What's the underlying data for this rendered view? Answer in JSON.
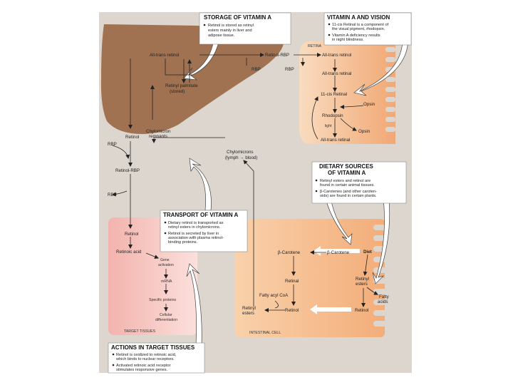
{
  "boxes": {
    "storage": {
      "title": "STORAGE OF VITAMIN A",
      "lines": [
        "Retinol is stored as retinyl",
        "esters mainly in liver and",
        "adipose tissue."
      ]
    },
    "vision": {
      "title": "VITAMIN A AND VISION",
      "b1": [
        "11-cis Retinal is a component of",
        "the visual pigment, rhodopsin."
      ],
      "b2": [
        "Vitamin A deficiency results",
        "in night blindness."
      ]
    },
    "dietary": {
      "title1": "DIETARY SOURCES",
      "title2": "OF VITAMIN A",
      "b1": [
        "Retinyl esters and retinol are",
        "found in certain animal tissues."
      ],
      "b2": [
        "β-Carotenes (and other caroten-",
        "oids) are found in certain plants."
      ]
    },
    "transport": {
      "title": "TRANSPORT OF VITAMIN A",
      "b1": [
        "Dietary retinol is transported as",
        "retinyl esters in chylomicrons."
      ],
      "b2": [
        "Retinol is secreted by liver in",
        "association with plasma retinol-",
        "binding proteins."
      ]
    },
    "actions": {
      "title": "ACTIONS IN TARGET TISSUES",
      "b1": [
        "Retinol is oxidized to retinoic acid,",
        "which binds to nuclear receptors."
      ],
      "b2": [
        "Activated retinoic acid receptor",
        "stimulates responsive genes."
      ]
    }
  },
  "labels": {
    "all_trans_retinol_liver": "All-trans retinol",
    "retinol_rbp_top": "Retinol-RBP",
    "rbp_a": "RBP",
    "rbp_b": "RBP",
    "retinal_region": "RETINA",
    "all_trans_retinol_eye": "All-trans retinol",
    "all_trans_retinal": "All-trans retinal",
    "cis_retinal": "11-cis Retinal",
    "opsin_1": "Opsin",
    "rhodopsin": "Rhodopsin",
    "light": "light",
    "opsin_2": "Opsin",
    "all_trans_retinal_2": "All-trans retinal",
    "retinyl_palmitate": "Retinyl palmitate",
    "stored": "(stored)",
    "retinol_liver": "Retinol",
    "chylo_remnants_1": "Chylomicron",
    "chylo_remnants_2": "remnants",
    "rbp_left": "RBP",
    "chylomicrons_1": "Chylomicrons",
    "chylomicrons_2": "(lymph → blood)",
    "retinol_rbp_left": "Retinol-RBP",
    "rbp_left2": "RBP",
    "retinol_target": "Retinol",
    "retinoic_acid": "Retinoic acid",
    "gene_1": "Gene",
    "gene_2": "activation",
    "mrna": "mRNA",
    "specific_proteins": "Specific proteins",
    "cellular_1": "Cellular",
    "cellular_2": "differentiation",
    "target_tissues": "TARGET TISSUES",
    "b_carotene_1": "β-Carotene",
    "b_carotene_2": "β-Carotene",
    "diet": "Diet",
    "retinal_int": "Retinal",
    "retinyl_esters_1": "Retinyl",
    "retinyl_esters_2": "esters",
    "fatty_acyl": "Fatty acyl CoA",
    "fatty_acids_1": "Fatty",
    "fatty_acids_2": "acids",
    "retinyl_esters_int_1": "Retinyl",
    "retinyl_esters_int_2": "esters",
    "retinol_int": "Retinol",
    "retinol_right": "Retinol",
    "intestinal_cell": "INTESTINAL CELL"
  },
  "colors": {
    "panel": "#dcd6cf",
    "liver": "#a17251",
    "retina": "#f4c29a",
    "intestine": "#f7c79d",
    "target": "#f7c8c3"
  }
}
